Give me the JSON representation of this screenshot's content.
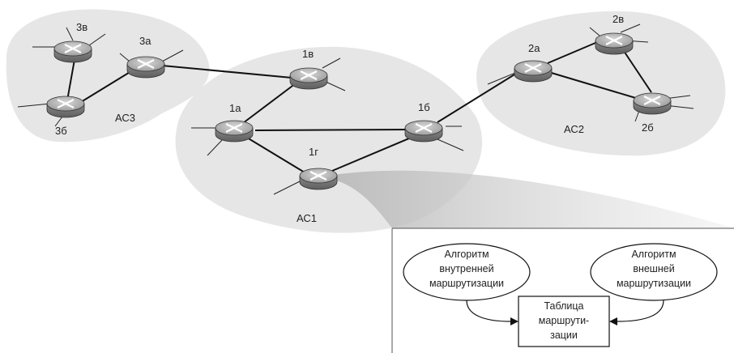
{
  "autonomous_systems": [
    {
      "id": "as3",
      "label": "АС3"
    },
    {
      "id": "as1",
      "label": "АС1"
    },
    {
      "id": "as2",
      "label": "АС2"
    }
  ],
  "routers": {
    "r3v": "3в",
    "r3a": "3а",
    "r3b": "3б",
    "r1v": "1в",
    "r1a": "1а",
    "r1b": "1б",
    "r1g": "1г",
    "r2a": "2а",
    "r2v": "2в",
    "r2b": "2б"
  },
  "detail_box": {
    "intra_algorithm": [
      "Алгоритм",
      "внутренней",
      "маршрутизации"
    ],
    "inter_algorithm": [
      "Алгоритм",
      "внешней",
      "маршрутизации"
    ],
    "routing_table": [
      "Таблица",
      "маршрути-",
      "зации"
    ]
  }
}
